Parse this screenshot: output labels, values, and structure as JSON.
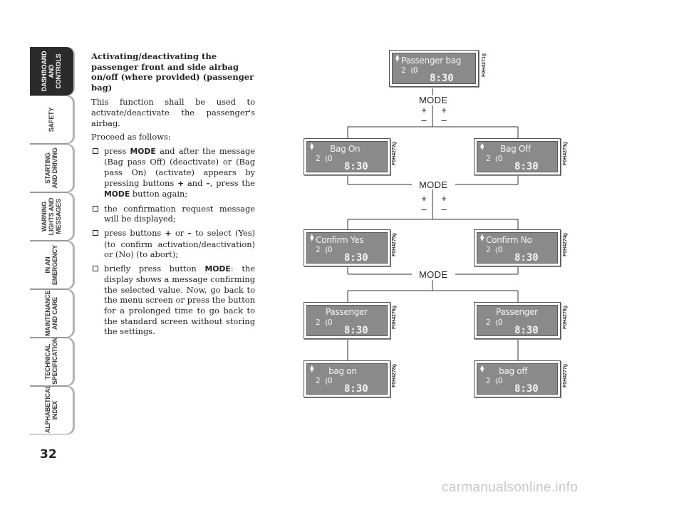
{
  "tabs": [
    {
      "label": "DASHBOARD\nAND CONTROLS",
      "active": true
    },
    {
      "label": "SAFETY",
      "active": false
    },
    {
      "label": "STARTING\nAND DRIVING",
      "active": false
    },
    {
      "label": "WARNING\nLIGHTS AND\nMESSAGES",
      "active": false
    },
    {
      "label": "IN AN\nEMERGENCY",
      "active": false
    },
    {
      "label": "MAINTENANCE\nAND CARE",
      "active": false
    },
    {
      "label": "TECHNICAL\nSPECIFICATIONS",
      "active": false
    },
    {
      "label": "ALPHABETICAL\nINDEX",
      "active": false
    }
  ],
  "page_number": "32",
  "text": {
    "heading": "Activating/deactivating the passenger front and side airbag on/off (where provided) (passenger bag)",
    "intro": "This function shall be used to activate/deactivate the passenger's airbag.",
    "proceed": "Proceed as follows:",
    "bullets": {
      "b1": {
        "p1": "press ",
        "k1": "MODE",
        "p2": " and after the message (Bag pass Off) (deactivate) or (Bag pass On) (activate) appears by pressing buttons ",
        "k2": "+",
        "p3": " and ",
        "k3": "–",
        "p4": ", press the ",
        "k4": "MODE",
        "p5": " button again;"
      },
      "b2": "the confirmation request message will be displayed;",
      "b3": {
        "p1": "press buttons ",
        "k1": "+",
        "p2": " or ",
        "k2": "–",
        "p3": " to select (Yes) (to confirm activation/deactivation) or (No) (to abort);"
      },
      "b4": {
        "p1": "briefly press button ",
        "k1": "MODE",
        "p2": ": the display shows a message confirming the selected value. Now, go back to the menu screen or press the button for a prolonged time to go back to the standard screen without storing the settings."
      }
    }
  },
  "diagram": {
    "mode_label": "MODE",
    "plus": "+",
    "minus": "–",
    "arrow_icon": "updown-arrow-icon",
    "lcd_common": {
      "line2": "2 ⦅O",
      "time": "8:30"
    },
    "screens": {
      "top": {
        "line1": "Passenger bag",
        "code": "F0H4271g",
        "arrow": true
      },
      "bag_on": {
        "line1": "Bag On",
        "code": "F0H4272g",
        "arrow": true
      },
      "bag_off": {
        "line1": "Bag Off",
        "code": "F0H4273g",
        "arrow": true
      },
      "confirm_yes": {
        "line1": "Confirm Yes",
        "code": "F0H4275g",
        "arrow": true
      },
      "confirm_no": {
        "line1": "Confirm No",
        "code": "F0H4274g",
        "arrow": true
      },
      "passenger_l": {
        "line1": "Passenger",
        "code": "F0H4276g",
        "arrow": false
      },
      "passenger_r": {
        "line1": "Passenger",
        "code": "F0H4278g",
        "arrow": false
      },
      "bag_on_final": {
        "line1": "bag on",
        "code": "F0H4278g",
        "arrow": true
      },
      "bag_off_final": {
        "line1": "bag off",
        "code": "F0H4277g",
        "arrow": true
      }
    }
  },
  "watermark": "carmanualsonline.info"
}
